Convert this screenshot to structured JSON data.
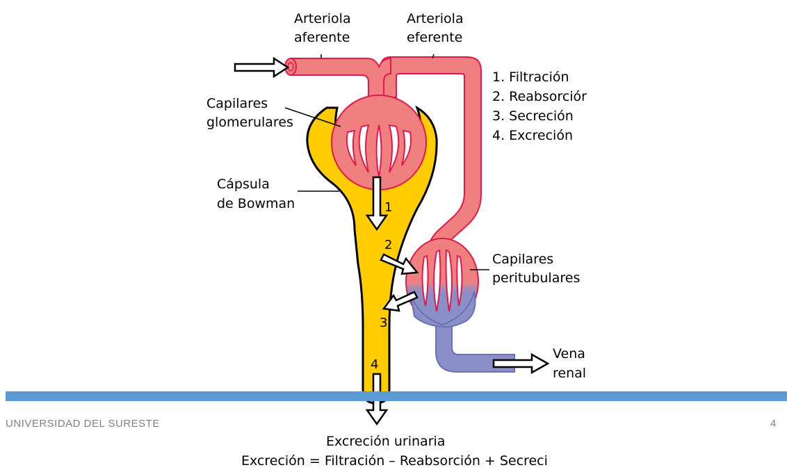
{
  "labels": {
    "arteriola_aferente_1": "Arteriola",
    "arteriola_aferente_2": "aferente",
    "arteriola_eferente_1": "Arteriola",
    "arteriola_eferente_2": "eferente",
    "capilares_glom_1": "Capilares",
    "capilares_glom_2": "glomerulares",
    "capsula_1": "Cápsula",
    "capsula_2": "de Bowman",
    "capilares_peri_1": "Capilares",
    "capilares_peri_2": "peritubulares",
    "vena_1": "Vena",
    "vena_2": "renal",
    "excrecion_urinaria": "Excreción urinaria",
    "formula": "Excreción = Filtración – Reabsorción + Secreci"
  },
  "legend": [
    "1. Filtración",
    "2. Reabsorciór",
    "3. Secreción",
    "4. Excreción"
  ],
  "step_numbers": [
    "1",
    "2",
    "3",
    "4"
  ],
  "footer": {
    "institution": "UNIVERSIDAD DEL SURESTE",
    "page": "4"
  },
  "colors": {
    "arterial_fill": "#f08080",
    "arterial_stroke": "#e0194a",
    "venous_fill": "#8a8fc8",
    "venous_stroke": "#6a70b0",
    "capsule_fill": "#ffcc00",
    "footer_bar": "#5b9bd5"
  }
}
